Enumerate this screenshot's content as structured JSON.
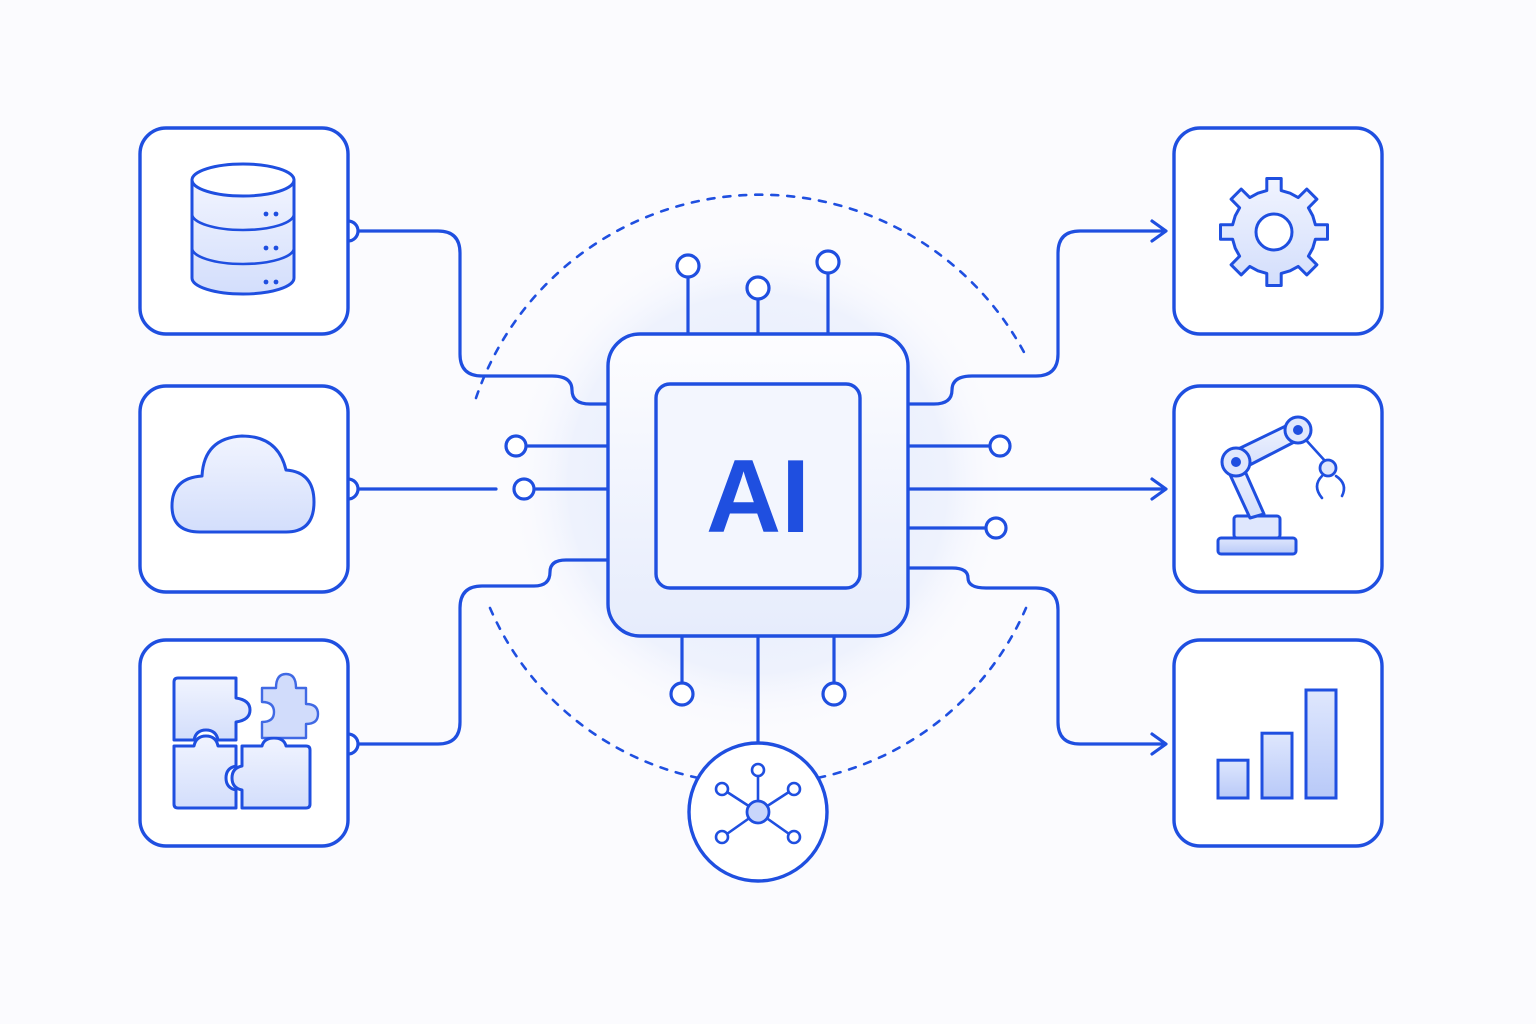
{
  "chip": {
    "label": "AI"
  },
  "colors": {
    "accent": "#1f4fe0",
    "glow": "#e9eefc",
    "tile_fill": "#ffffff",
    "icon_fill": "#dfe7fd",
    "background": "#fbfbfe"
  },
  "inputs": [
    {
      "id": "database",
      "icon": "database-icon"
    },
    {
      "id": "cloud",
      "icon": "cloud-icon"
    },
    {
      "id": "puzzle",
      "icon": "puzzle-icon"
    }
  ],
  "outputs": [
    {
      "id": "settings",
      "icon": "gear-icon"
    },
    {
      "id": "robotics",
      "icon": "robot-arm-icon"
    },
    {
      "id": "analytics",
      "icon": "bar-chart-icon",
      "bars": [
        0.35,
        0.6,
        1.0
      ]
    }
  ],
  "hub": {
    "icon": "network-hub-icon"
  }
}
